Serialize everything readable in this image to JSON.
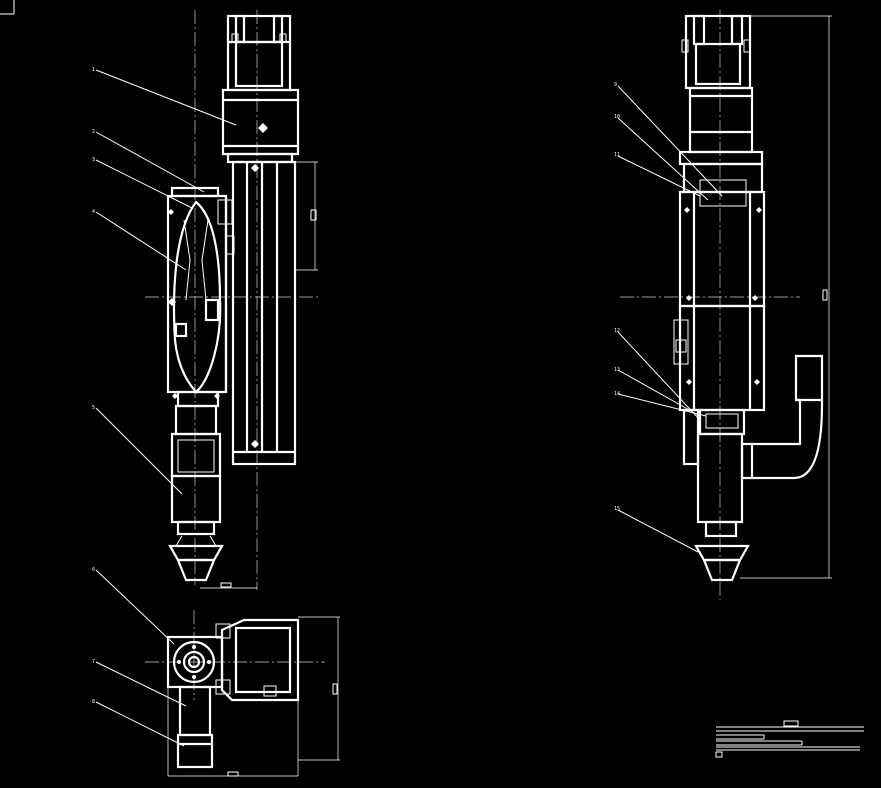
{
  "drawing": {
    "front_view": {
      "balloons": [
        "1",
        "2",
        "3",
        "4",
        "5"
      ]
    },
    "side_view": {
      "balloons": [
        "9",
        "10",
        "11",
        "12",
        "13",
        "14",
        "15"
      ]
    },
    "top_view": {
      "balloons": [
        "6",
        "7",
        "8"
      ]
    }
  }
}
